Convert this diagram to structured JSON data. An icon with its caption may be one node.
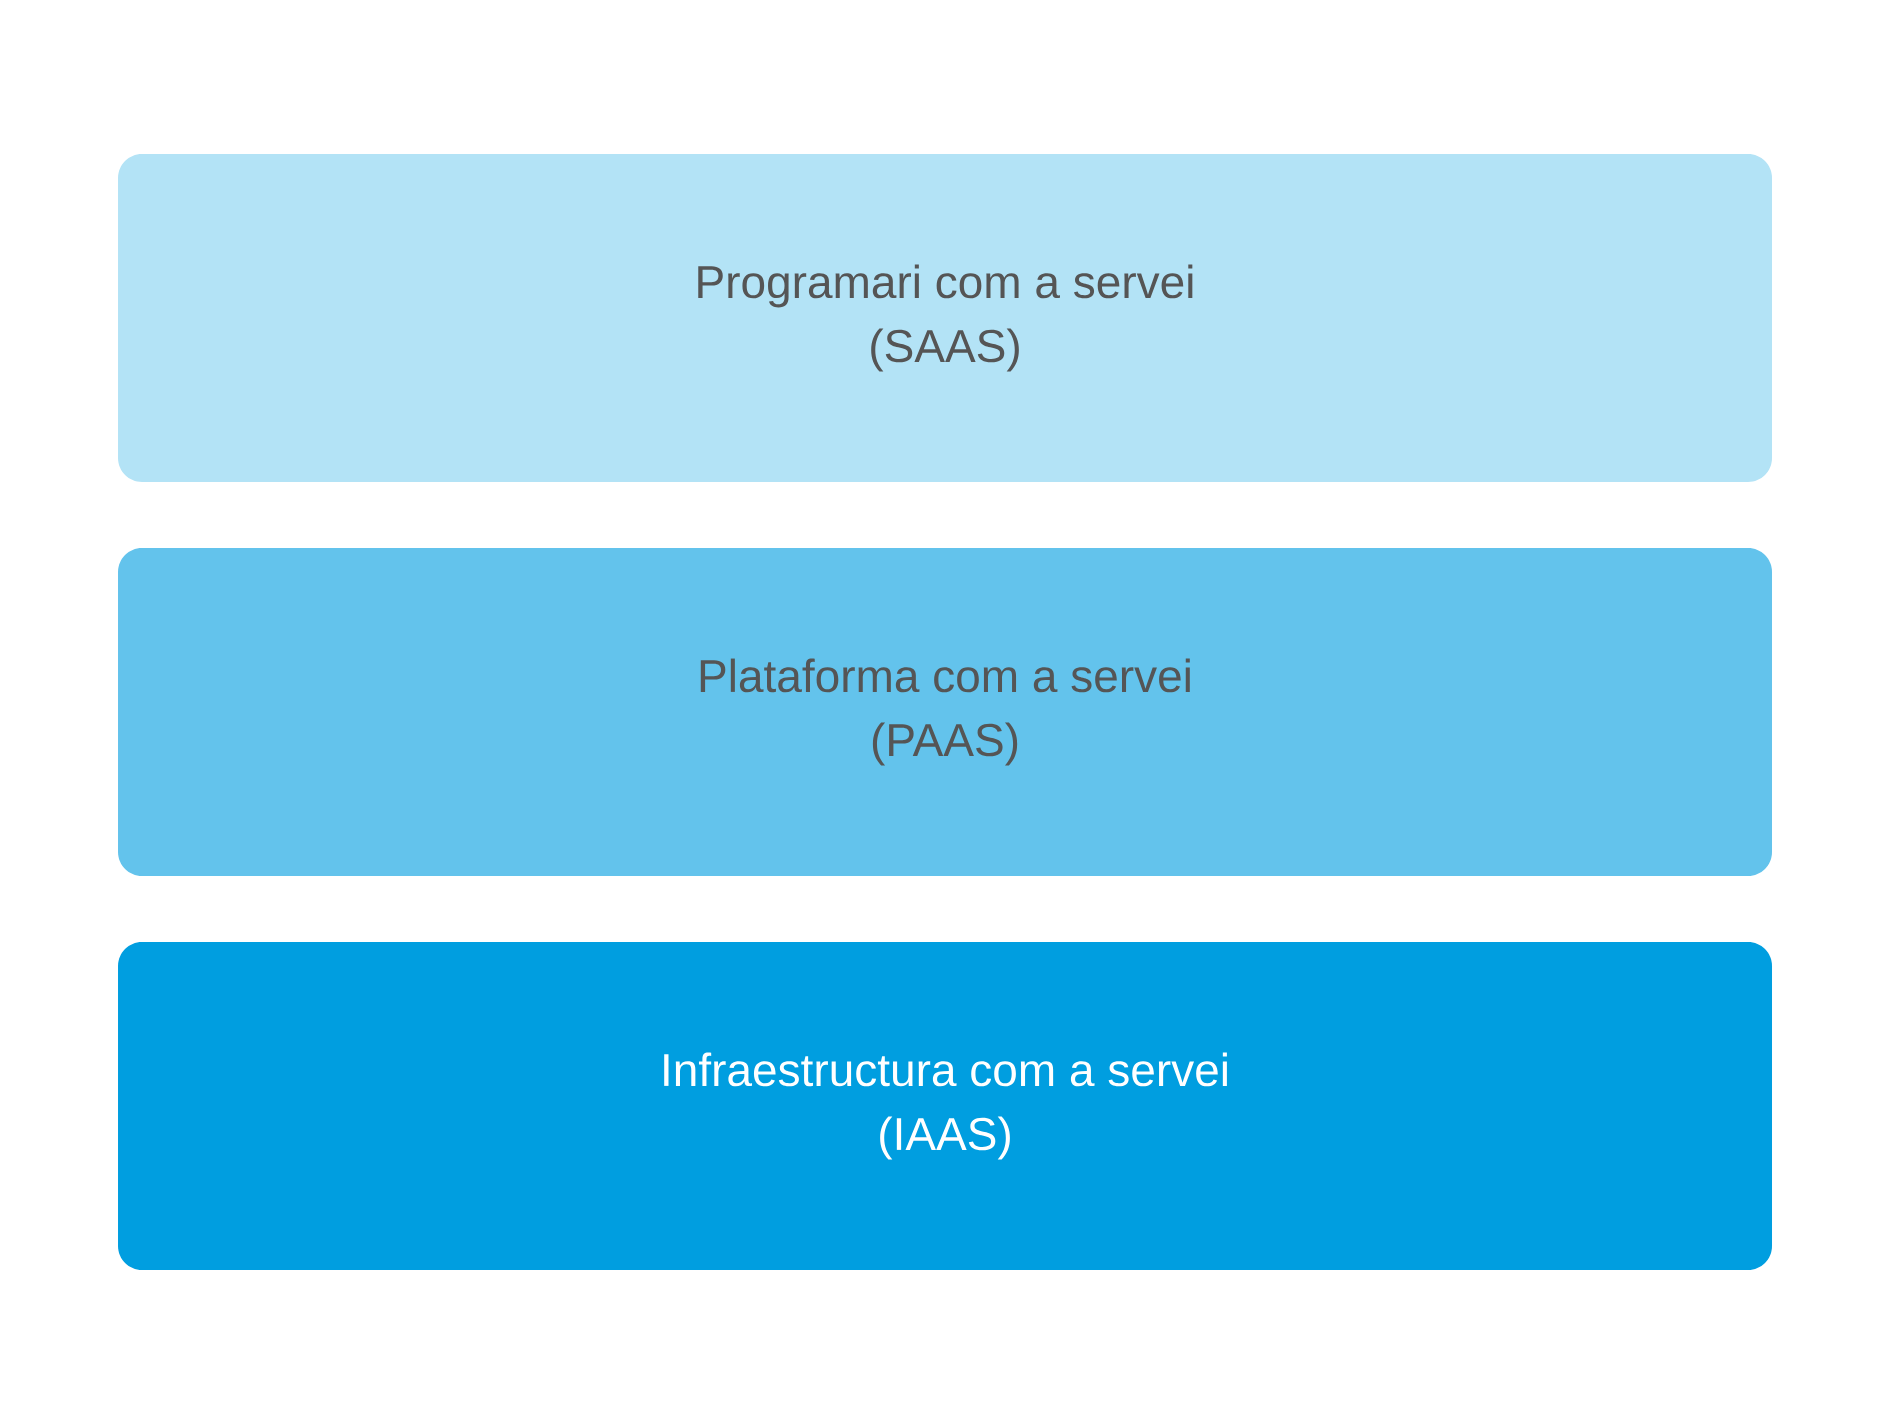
{
  "diagram": {
    "nodes": [
      {
        "text": [
          "Programari com a servei",
          "(SAAS)"
        ]
      },
      {
        "text": [
          "Plataforma com a servei",
          "(PAAS)"
        ]
      },
      {
        "text": [
          "Infraestructura com a servei",
          "(IAAS)"
        ]
      }
    ]
  }
}
